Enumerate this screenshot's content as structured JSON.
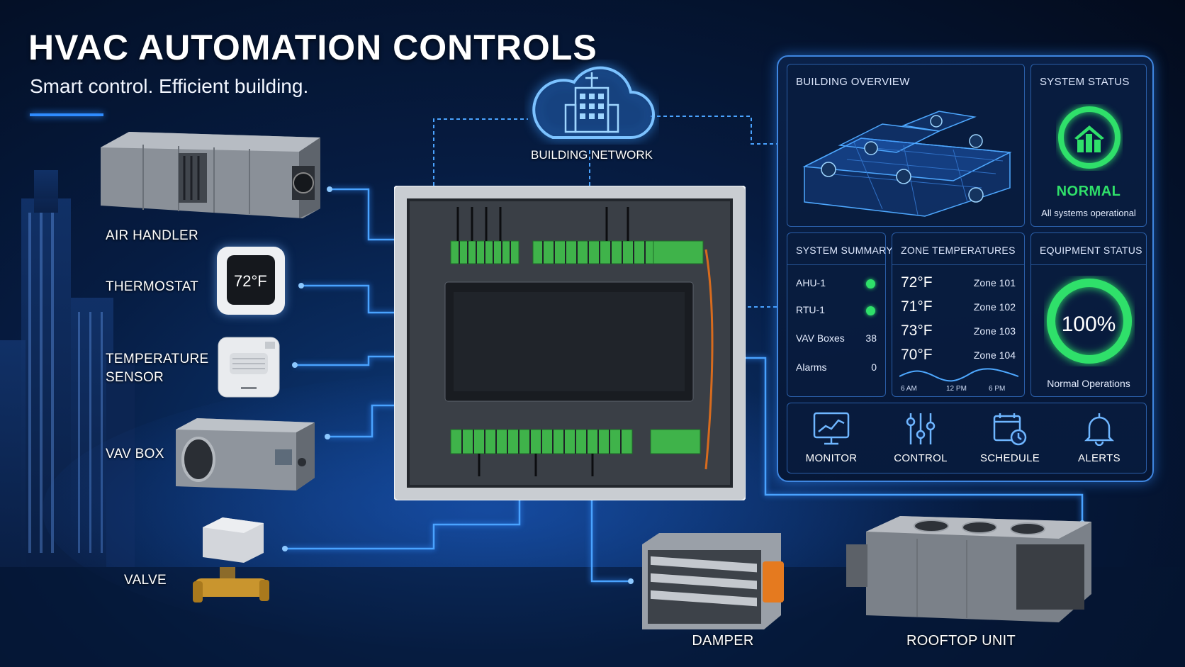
{
  "header": {
    "title": "HVAC AUTOMATION CONTROLS",
    "subtitle": "Smart control. Efficient building."
  },
  "devices": {
    "air_handler": "AIR HANDLER",
    "thermostat": "THERMOSTAT",
    "thermostat_display": "72°F",
    "temperature_sensor_line1": "TEMPERATURE",
    "temperature_sensor_line2": "SENSOR",
    "vav_box": "VAV BOX",
    "valve": "VALVE",
    "damper": "DAMPER",
    "rooftop_unit": "ROOFTOP UNIT"
  },
  "network": {
    "label": "BUILDING NETWORK"
  },
  "dashboard": {
    "building_overview": {
      "title": "BUILDING OVERVIEW"
    },
    "system_status": {
      "title": "SYSTEM STATUS",
      "state": "NORMAL",
      "detail": "All systems operational"
    },
    "system_summary": {
      "title": "SYSTEM SUMMARY",
      "rows": [
        {
          "label": "AHU-1",
          "status": "online"
        },
        {
          "label": "RTU-1",
          "status": "online"
        },
        {
          "label": "VAV Boxes",
          "value": "38"
        },
        {
          "label": "Alarms",
          "value": "0"
        }
      ]
    },
    "zone_temperatures": {
      "title": "ZONE TEMPERATURES",
      "zones": [
        {
          "temp": "72°F",
          "zone": "Zone 101"
        },
        {
          "temp": "71°F",
          "zone": "Zone 102"
        },
        {
          "temp": "73°F",
          "zone": "Zone 103"
        },
        {
          "temp": "70°F",
          "zone": "Zone 104"
        }
      ],
      "axis_labels": [
        "6 AM",
        "12 PM",
        "6 PM"
      ]
    },
    "equipment_status": {
      "title": "EQUIPMENT STATUS",
      "percent": "100%",
      "percent_value": 100,
      "detail": "Normal Operations"
    },
    "nav": [
      {
        "label": "MONITOR",
        "icon": "monitor-chart-icon"
      },
      {
        "label": "CONTROL",
        "icon": "sliders-icon"
      },
      {
        "label": "SCHEDULE",
        "icon": "calendar-clock-icon"
      },
      {
        "label": "ALERTS",
        "icon": "bell-icon"
      }
    ]
  },
  "colors": {
    "accent_blue": "#2f8cff",
    "status_green": "#2fe06a",
    "terminal_green": "#3fb34a",
    "background": "#061c42"
  }
}
